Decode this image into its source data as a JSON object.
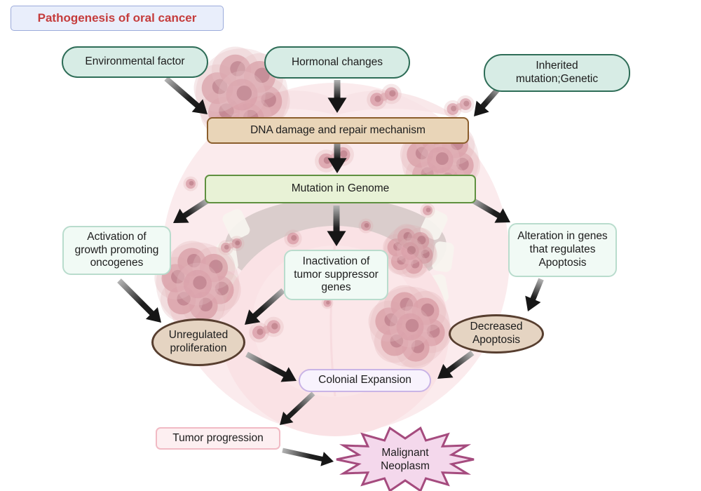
{
  "title": "Pathogenesis of oral cancer",
  "nodes": {
    "environmental_factor": "Environmental factor",
    "hormonal_changes": "Hormonal changes",
    "inherited_mutation": "Inherited\nmutation;Genetic",
    "dna_damage": "DNA damage and repair mechanism",
    "mutation_in_genome": "Mutation in Genome",
    "activation_oncogenes": "Activation of\ngrowth promoting\noncogenes",
    "inactivation_tsg": "Inactivation of\ntumor suppressor\ngenes",
    "alteration_apoptosis_genes": "Alteration in genes\nthat regulates\nApoptosis",
    "unregulated_proliferation": "Unregulated\nproliferation",
    "decreased_apoptosis": "Decreased\nApoptosis",
    "colonial_expansion": "Colonial Expansion",
    "tumor_progression": "Tumor progression",
    "malignant_neoplasm": "Malignant\nNeoplasm"
  },
  "colors": {
    "title_text": "#c53c3c",
    "title_bg": "#e9eefb",
    "title_border": "#9cabdb",
    "teal_bg": "#d7ece5",
    "teal_border": "#2e6d57",
    "tan_bg": "#e9d5b8",
    "tan_border": "#8b5e2c",
    "green_bg": "#e8f2d6",
    "green_border": "#5f9040",
    "mint_bg": "#f1faf5",
    "mint_border": "#b9dccd",
    "ellipse_bg": "#e5d4c2",
    "ellipse_border": "#573e2f",
    "lavender_bg": "#f8f3fd",
    "lavender_border": "#c9b4e6",
    "pink_bg": "#fdeff1",
    "pink_border": "#f1bac4",
    "starburst_bg": "#f4d8ec",
    "starburst_border": "#a54b7e",
    "arrow": "#1b1b1b",
    "tumor_cell": "#d08b95"
  }
}
